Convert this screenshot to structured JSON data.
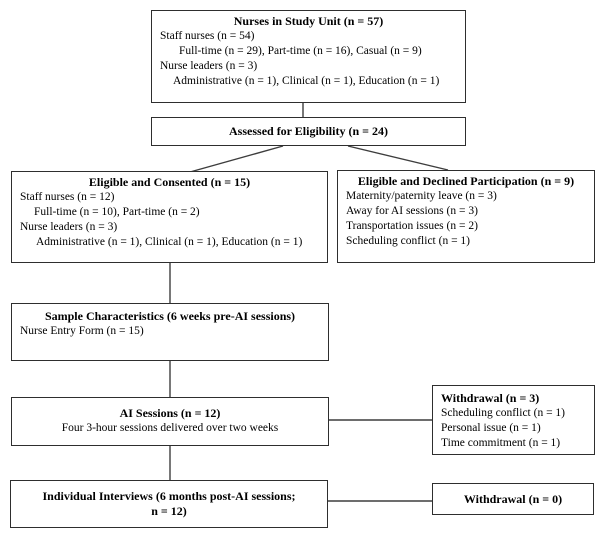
{
  "boxes": {
    "nurses": {
      "title": "Nurses in Study Unit (n = 57)",
      "lines": [
        "Staff nurses (n = 54)",
        "Full-time (n = 29), Part-time (n = 16), Casual (n = 9)",
        "Nurse leaders (n = 3)",
        "Administrative (n = 1), Clinical (n = 1), Education (n = 1)"
      ]
    },
    "assessed": {
      "title": "Assessed for Eligibility (n = 24)"
    },
    "eligible": {
      "title": "Eligible and Consented (n = 15)",
      "lines": [
        "Staff nurses (n = 12)",
        "Full-time (n = 10), Part-time (n = 2)",
        "Nurse leaders (n = 3)",
        "Administrative (n = 1), Clinical (n = 1), Education (n = 1)"
      ]
    },
    "declined": {
      "title": "Eligible and Declined Participation (n = 9)",
      "lines": [
        "Maternity/paternity leave (n = 3)",
        "Away for AI sessions (n = 3)",
        "Transportation issues (n = 2)",
        "Scheduling conflict (n = 1)"
      ]
    },
    "sample": {
      "title": "Sample Characteristics (6 weeks pre-AI sessions)",
      "lines": [
        "Nurse Entry Form (n = 15)"
      ]
    },
    "ai_sessions": {
      "title": "AI Sessions (n = 12)",
      "subtitle": "Four 3-hour sessions delivered over two weeks"
    },
    "withdrawal_ai": {
      "title": "Withdrawal (n = 3)",
      "lines": [
        "Scheduling conflict (n = 1)",
        "Personal issue (n = 1)",
        "Time commitment (n = 1)"
      ]
    },
    "interviews": {
      "title_line1": "Individual Interviews (6 months post-AI sessions;",
      "title_line2": "n = 12)"
    },
    "withdrawal_interviews": {
      "title": "Withdrawal (n = 0)"
    }
  },
  "colors": {
    "background": "#ffffff",
    "text": "#000000",
    "box_border": "#2e2e2e",
    "connector_line": "#3d3d3d"
  }
}
